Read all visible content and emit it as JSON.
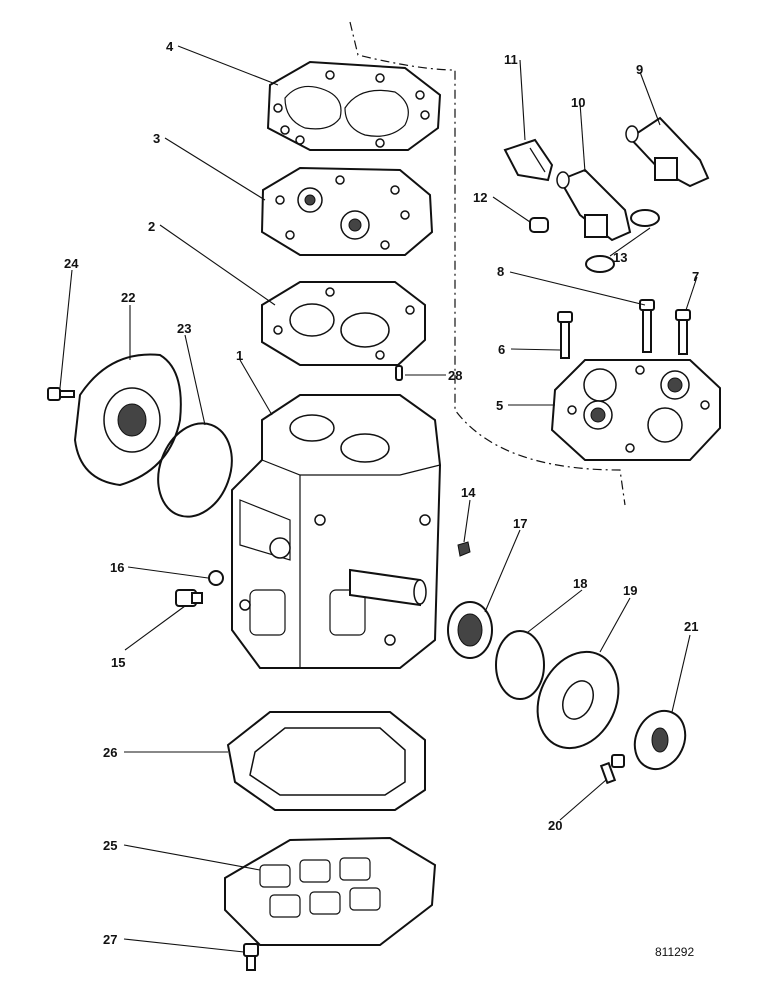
{
  "diagram": {
    "reference_number": "811292",
    "callouts": [
      {
        "id": "c1",
        "label": "1"
      },
      {
        "id": "c2",
        "label": "2"
      },
      {
        "id": "c3",
        "label": "3"
      },
      {
        "id": "c4",
        "label": "4"
      },
      {
        "id": "c5",
        "label": "5"
      },
      {
        "id": "c6",
        "label": "6"
      },
      {
        "id": "c7",
        "label": "7"
      },
      {
        "id": "c8",
        "label": "8"
      },
      {
        "id": "c9",
        "label": "9"
      },
      {
        "id": "c10",
        "label": "10"
      },
      {
        "id": "c11",
        "label": "11"
      },
      {
        "id": "c12",
        "label": "12"
      },
      {
        "id": "c13",
        "label": "13"
      },
      {
        "id": "c14",
        "label": "14"
      },
      {
        "id": "c15",
        "label": "15"
      },
      {
        "id": "c16",
        "label": "16"
      },
      {
        "id": "c17",
        "label": "17"
      },
      {
        "id": "c18",
        "label": "18"
      },
      {
        "id": "c19",
        "label": "19"
      },
      {
        "id": "c20",
        "label": "20"
      },
      {
        "id": "c21",
        "label": "21"
      },
      {
        "id": "c22",
        "label": "22"
      },
      {
        "id": "c23",
        "label": "23"
      },
      {
        "id": "c24",
        "label": "24"
      },
      {
        "id": "c25",
        "label": "25"
      },
      {
        "id": "c26",
        "label": "26"
      },
      {
        "id": "c27",
        "label": "27"
      },
      {
        "id": "c28",
        "label": "28"
      }
    ]
  }
}
